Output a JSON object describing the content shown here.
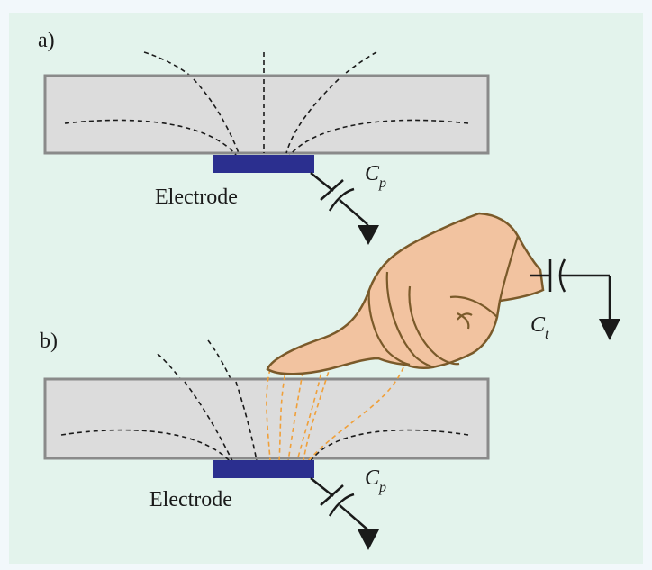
{
  "panel_a": {
    "label": "a)",
    "electrode_label": "Electrode",
    "capacitor_symbol": "C",
    "capacitor_subscript": "p"
  },
  "panel_b": {
    "label": "b)",
    "electrode_label": "Electrode",
    "capacitor_symbol": "C",
    "capacitor_subscript": "p",
    "touch_capacitor_symbol": "C",
    "touch_capacitor_subscript": "t"
  },
  "colors": {
    "background": "#e3f3ec",
    "border": "#f2f8fb",
    "overlay_fill": "#dcdcdc",
    "overlay_stroke": "#8a8a8a",
    "electrode": "#2b2f8f",
    "field_lines": "#1a1a1a",
    "finger_field_lines": "#f0a03a",
    "finger_fill": "#f2c3a0",
    "finger_stroke": "#7a5a2a"
  }
}
